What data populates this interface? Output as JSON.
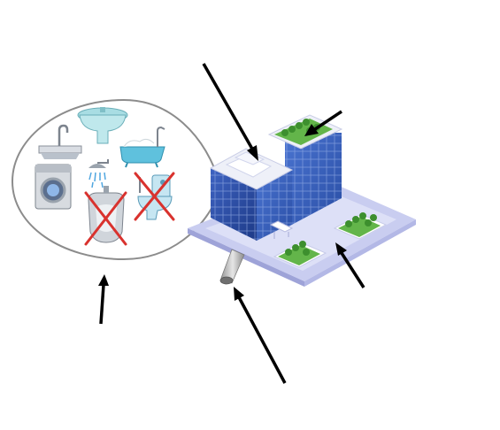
{
  "diagram": {
    "fixtures": [
      {
        "name": "kitchen-sink",
        "allowed": true
      },
      {
        "name": "washbasin",
        "allowed": true
      },
      {
        "name": "bathtub",
        "allowed": true
      },
      {
        "name": "washing-machine",
        "allowed": true
      },
      {
        "name": "shower",
        "allowed": true
      },
      {
        "name": "toilet",
        "allowed": false
      },
      {
        "name": "urinal",
        "allowed": false
      }
    ],
    "arrows": [
      "roof-arrow",
      "roof-garden-arrow",
      "ground-garden-arrow",
      "drain-pipe-arrow",
      "fixtures-arrow"
    ],
    "colors": {
      "building_blue": "#2f4f9e",
      "roof": "#eef0f8",
      "platform": "#c9cdf0",
      "grass": "#63b54a",
      "cross": "#d9322e",
      "arrow": "#000000"
    }
  }
}
